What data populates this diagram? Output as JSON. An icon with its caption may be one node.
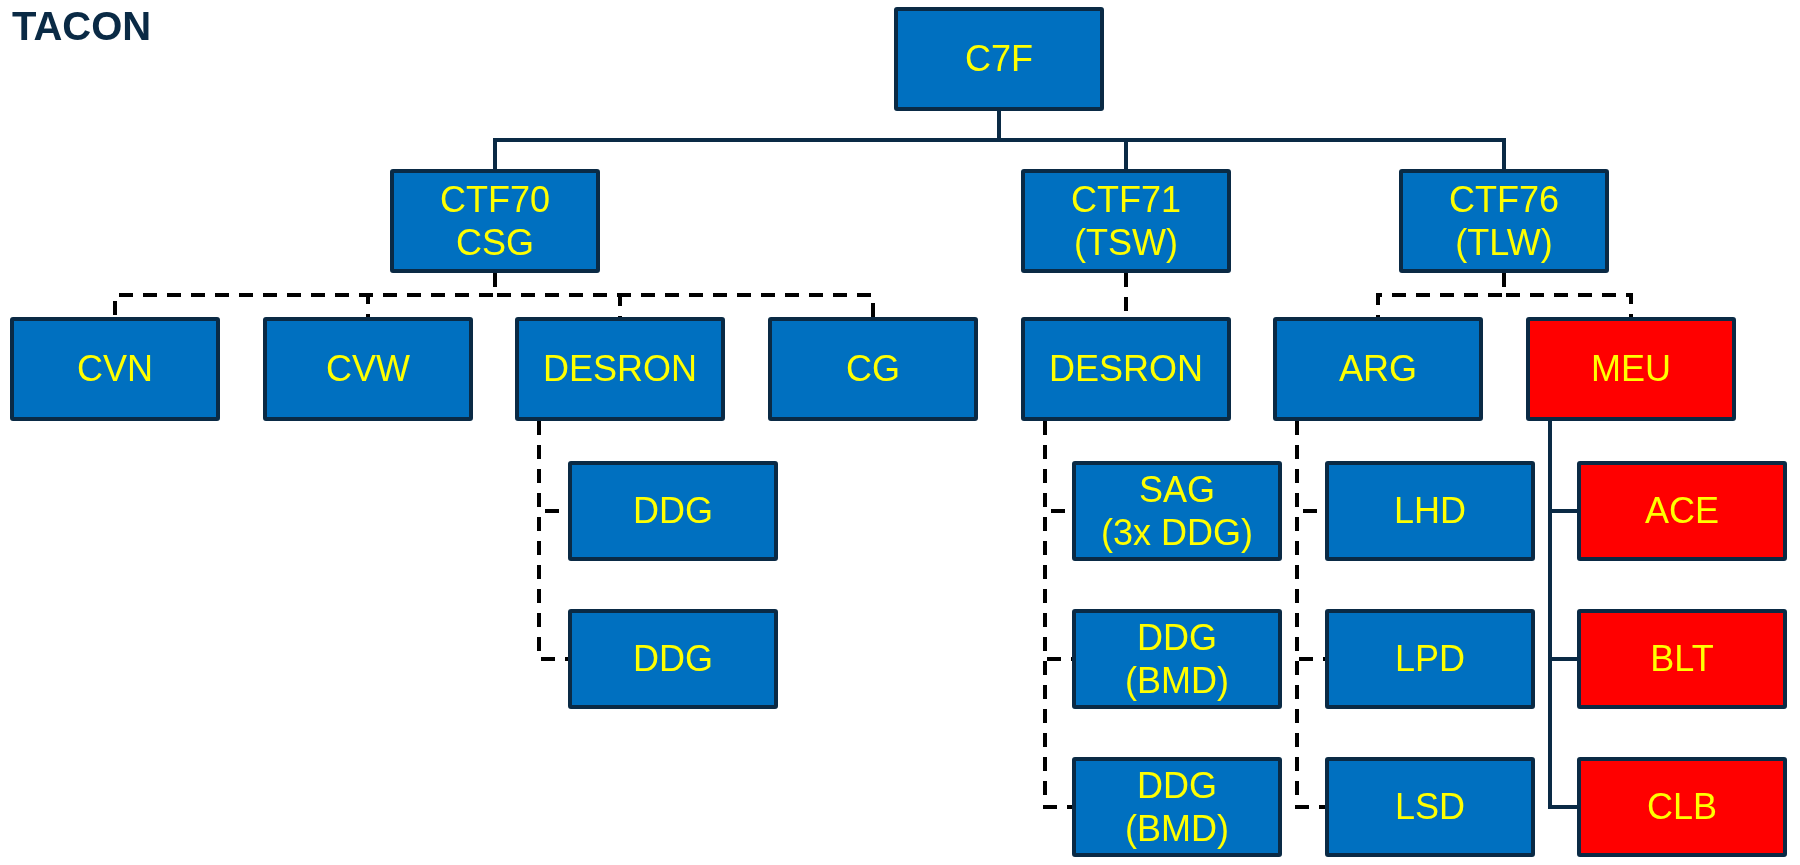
{
  "diagram": {
    "title": "TACON",
    "nodes": [
      {
        "text": [
          "C7F"
        ]
      },
      {
        "text": [
          "CTF70",
          "CSG"
        ]
      },
      {
        "text": [
          "CTF71",
          "(TSW)"
        ]
      },
      {
        "text": [
          "CTF76",
          "(TLW)"
        ]
      },
      {
        "text": [
          "CVN"
        ]
      },
      {
        "text": [
          "CVW"
        ]
      },
      {
        "text": [
          "DESRON"
        ]
      },
      {
        "text": [
          "CG"
        ]
      },
      {
        "text": [
          "DESRON"
        ]
      },
      {
        "text": [
          "ARG"
        ]
      },
      {
        "text": [
          "MEU"
        ]
      },
      {
        "text": [
          "DDG"
        ]
      },
      {
        "text": [
          "SAG",
          "(3x DDG)"
        ]
      },
      {
        "text": [
          "LHD"
        ]
      },
      {
        "text": [
          "ACE"
        ]
      },
      {
        "text": [
          "DDG"
        ]
      },
      {
        "text": [
          "DDG",
          "(BMD)"
        ]
      },
      {
        "text": [
          "LPD"
        ]
      },
      {
        "text": [
          "BLT"
        ]
      },
      {
        "text": [
          "DDG",
          "(BMD)"
        ]
      },
      {
        "text": [
          "LSD"
        ]
      },
      {
        "text": [
          "CLB"
        ]
      }
    ],
    "edges": [
      {
        "from": 0,
        "to": 1,
        "arrow": "none",
        "color": "#0a2a45"
      },
      {
        "from": 0,
        "to": 2,
        "arrow": "none",
        "color": "#0a2a45"
      },
      {
        "from": 0,
        "to": 3,
        "arrow": "none",
        "color": "#0a2a45"
      },
      {
        "from": 1,
        "to": 4,
        "arrow": "none",
        "style": "dashed"
      },
      {
        "from": 1,
        "to": 5,
        "arrow": "none",
        "style": "dashed"
      },
      {
        "from": 1,
        "to": 6,
        "arrow": "none",
        "style": "dashed"
      },
      {
        "from": 1,
        "to": 7,
        "arrow": "none",
        "style": "dashed"
      },
      {
        "from": 2,
        "to": 8,
        "arrow": "none",
        "style": "dashed"
      },
      {
        "from": 3,
        "to": 9,
        "arrow": "none",
        "style": "dashed"
      },
      {
        "from": 3,
        "to": 10,
        "arrow": "none",
        "style": "dashed"
      },
      {
        "from": 6,
        "to": 11,
        "arrow": "none",
        "style": "dashed"
      },
      {
        "from": 6,
        "to": 15,
        "arrow": "none",
        "style": "dashed"
      },
      {
        "from": 8,
        "to": 12,
        "arrow": "none",
        "style": "dashed"
      },
      {
        "from": 8,
        "to": 16,
        "arrow": "none",
        "style": "dashed"
      },
      {
        "from": 8,
        "to": 19,
        "arrow": "none",
        "style": "dashed"
      },
      {
        "from": 9,
        "to": 13,
        "arrow": "none",
        "style": "dashed"
      },
      {
        "from": 9,
        "to": 17,
        "arrow": "none",
        "style": "dashed"
      },
      {
        "from": 9,
        "to": 20,
        "arrow": "none",
        "style": "dashed"
      },
      {
        "from": 10,
        "to": 14,
        "arrow": "none",
        "color": "#0a2a45"
      },
      {
        "from": 10,
        "to": 18,
        "arrow": "none",
        "color": "#0a2a45"
      },
      {
        "from": 10,
        "to": 21,
        "arrow": "none",
        "color": "#0a2a45"
      }
    ]
  }
}
